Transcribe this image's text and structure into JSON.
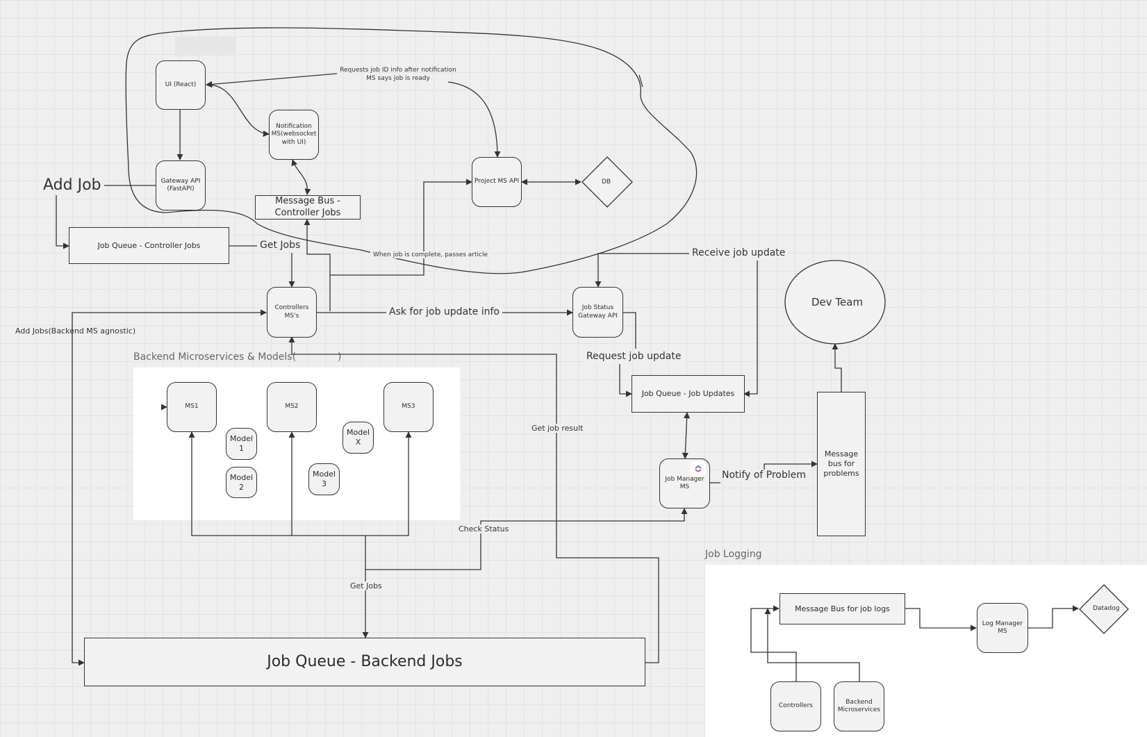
{
  "colors": {
    "background": "#efefef",
    "grid": "#e2e2e2",
    "stroke": "#333333",
    "frame": "#ffffff"
  },
  "labels": {
    "add_job": "Add Job",
    "get_jobs_top": "Get Jobs",
    "requests_job_id": "Requests job ID info after notification MS says job is ready",
    "when_job_complete": "When job is complete, passes article",
    "receive_job_update": "Receive job update",
    "ask_for_job_update": "Ask for job update info",
    "request_job_update": "Request job update",
    "add_jobs_backend": "Add Jobs(Backend MS agnostic)",
    "get_job_result": "Get job result",
    "check_status": "Check Status",
    "get_jobs_bottom": "Get Jobs",
    "notify_of_problem": "Notify of Problem"
  },
  "frames": {
    "backend_title": "Backend Microservices & Models(",
    "backend_title_end": ")",
    "logging_title": "Job Logging"
  },
  "nodes": {
    "ui": "UI (React)",
    "gateway": "Gateway API (FastAPI)",
    "notification": "Notification MS(websocket with UI)",
    "message_bus_controller": "Message Bus - Controller Jobs",
    "project_ms": "Project MS API",
    "db": "DB",
    "job_queue_controller": "Job Queue - Controller Jobs",
    "controllers_ms": "Controllers MS's",
    "job_status_gateway": "Job Status Gateway API",
    "dev_team": "Dev Team",
    "job_queue_updates": "Job Queue - Job Updates",
    "job_manager": "Job Manager MS",
    "message_bus_problems": "Message bus for problems",
    "ms1": "MS1",
    "ms2": "MS2",
    "ms3": "MS3",
    "model1": "Model 1",
    "model2": "Model 2",
    "model3": "Model 3",
    "modelx": "Model X",
    "job_queue_backend": "Job Queue - Backend Jobs",
    "message_bus_logs": "Message Bus for job logs",
    "log_manager": "Log Manager MS",
    "datadog": "Datadog",
    "controllers": "Controllers",
    "backend_microservices": "Backend Microservices"
  }
}
